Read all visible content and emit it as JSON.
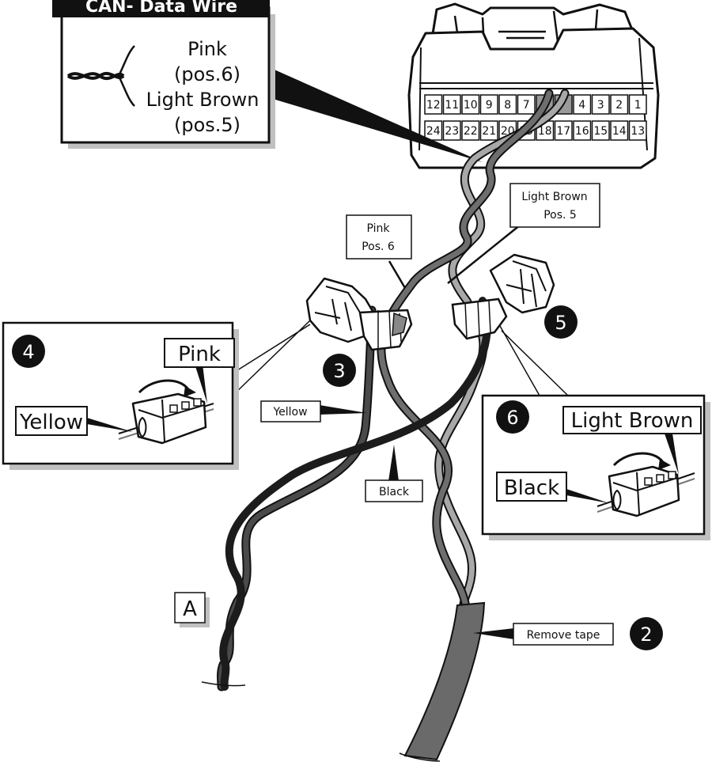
{
  "legend": {
    "title": "CAN- Data Wire",
    "wire1_name": "Pink",
    "wire1_pos": "(pos.6)",
    "wire2_name": "Light Brown",
    "wire2_pos": "(pos.5)"
  },
  "connector": {
    "top_row_pins": [
      "12",
      "11",
      "10",
      "9",
      "8",
      "7",
      "",
      "",
      "4",
      "3",
      "2",
      "1"
    ],
    "bottom_row_pins": [
      "24",
      "23",
      "22",
      "21",
      "20",
      "19",
      "18",
      "17",
      "16",
      "15",
      "14",
      "13"
    ]
  },
  "callouts": {
    "pink_line1": "Pink",
    "pink_line2": "Pos. 6",
    "light_brown_line1": "Light Brown",
    "light_brown_line2": "Pos. 5",
    "yellow": "Yellow",
    "black": "Black",
    "remove_tape": "Remove tape",
    "point_a": "A"
  },
  "steps": {
    "step2": "2",
    "step3": "3",
    "step4": "4",
    "step5": "5",
    "step6": "6"
  },
  "inset_left": {
    "wire_label": "Pink",
    "tap_label": "Yellow"
  },
  "inset_right": {
    "wire_label": "Light Brown",
    "tap_label": "Black"
  },
  "colors": {
    "outline": "#111111",
    "pink_wire": "#6e6e6e",
    "light_brown_wire": "#a8a8a8",
    "yellow_wire": "#4a4a4a",
    "black_wire": "#1c1c1c",
    "tape": "#6a6a6a",
    "connector_body": "#ffffff",
    "shadow": "#b8b8b8"
  }
}
